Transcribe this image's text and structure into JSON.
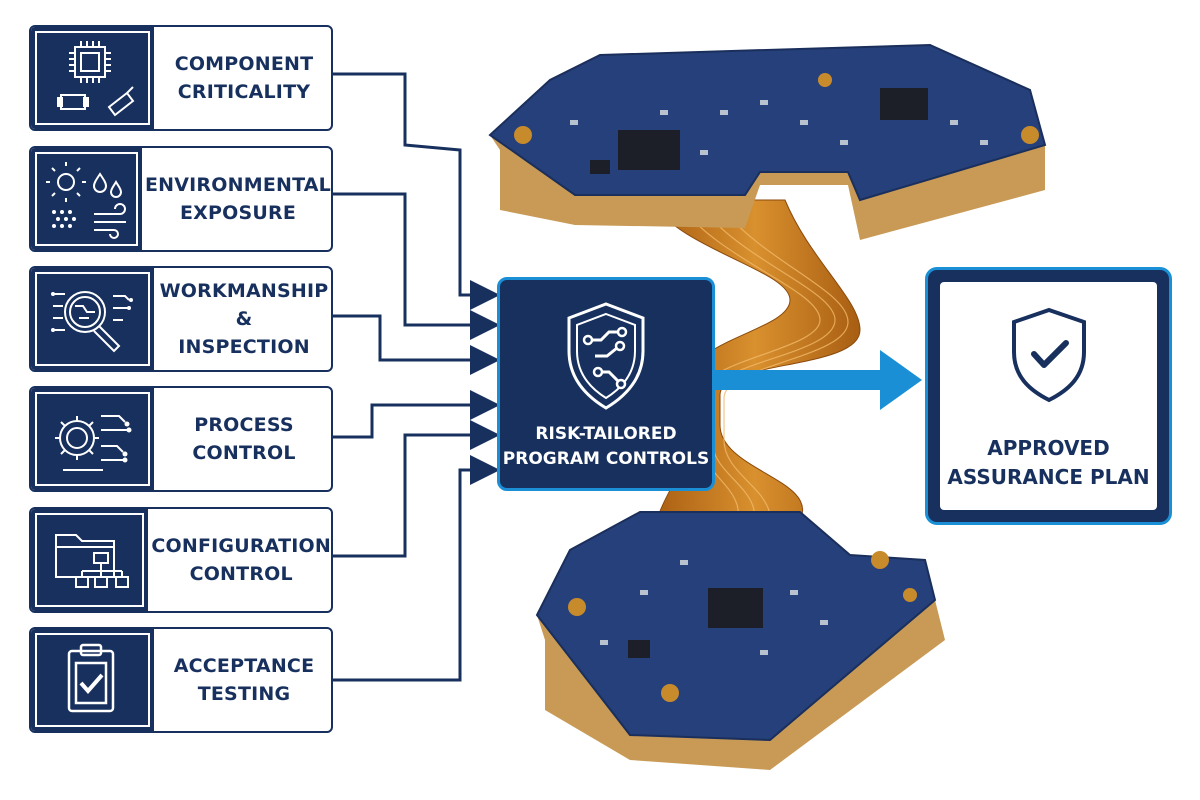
{
  "factors": [
    {
      "line1": "COMPONENT",
      "line2": "CRITICALITY",
      "icon": "microchip-icon"
    },
    {
      "line1": "ENVIRONMENTAL",
      "line2": "EXPOSURE",
      "icon": "weather-icon"
    },
    {
      "line1": "WORKMANSHIP &",
      "line2": "INSPECTION",
      "icon": "magnifier-icon"
    },
    {
      "line1": "PROCESS",
      "line2": "CONTROL",
      "icon": "gear-icon"
    },
    {
      "line1": "CONFIGURATION",
      "line2": "CONTROL",
      "icon": "folder-tree-icon"
    },
    {
      "line1": "ACCEPTANCE",
      "line2": "TESTING",
      "icon": "clipboard-check-icon"
    }
  ],
  "center": {
    "line1": "RISK-TAILORED",
    "line2": "PROGRAM CONTROLS",
    "icon": "circuit-shield-icon"
  },
  "result": {
    "line1": "APPROVED",
    "line2": "ASSURANCE PLAN",
    "icon": "shield-check-icon"
  },
  "colors": {
    "navy": "#17305e",
    "accent": "#1a8fd6",
    "flex": "#c9771c",
    "pcb": "#25407a"
  }
}
